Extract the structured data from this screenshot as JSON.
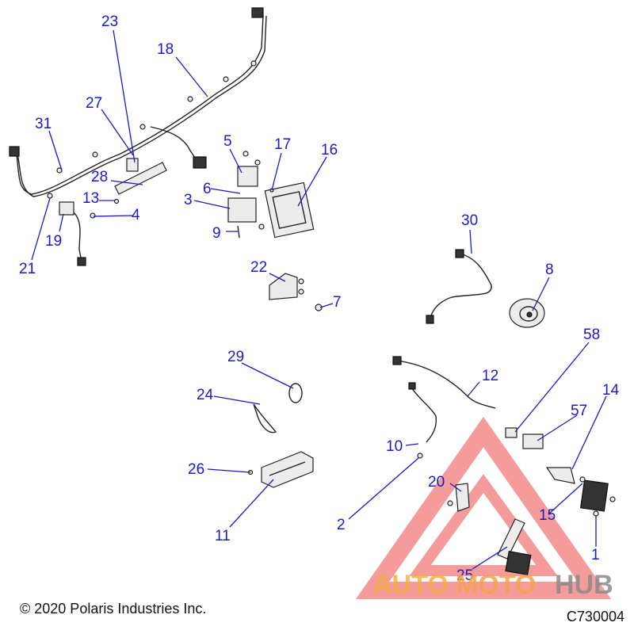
{
  "callouts": [
    "23",
    "18",
    "27",
    "31",
    "5",
    "17",
    "16",
    "28",
    "6",
    "13",
    "3",
    "4",
    "9",
    "19",
    "21",
    "22",
    "30",
    "8",
    "7",
    "29",
    "24",
    "12",
    "58",
    "14",
    "57",
    "10",
    "26",
    "20",
    "2",
    "15",
    "11",
    "1",
    "25"
  ],
  "watermark": {
    "parts": [
      "AUTO",
      "MOTO",
      "HUB"
    ],
    "colors": {
      "auto": "#f5b041",
      "moto": "#f7a24a",
      "hub": "#8a8a8a",
      "triangle": "#ef5a5a"
    }
  },
  "footer": {
    "copyright": "© 2020 Polaris Industries Inc.",
    "drawing_number": "C730004"
  },
  "colors": {
    "callout": "#1a1acc"
  }
}
